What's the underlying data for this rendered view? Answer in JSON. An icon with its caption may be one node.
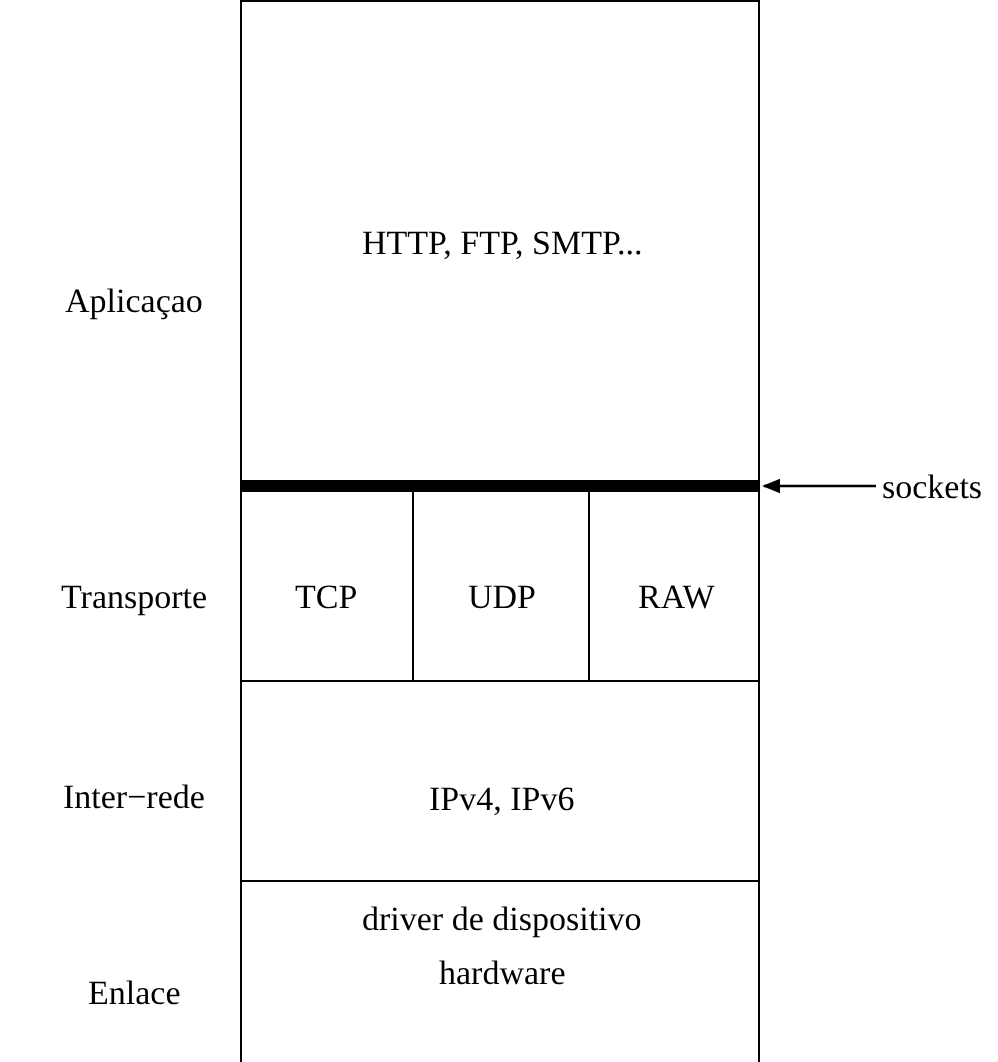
{
  "diagram": {
    "nodes": [
      {
        "text": [
          "Aplicaçao",
          "HTTP, FTP, SMTP..."
        ]
      },
      {
        "text": [],
        "shape": "bar"
      },
      {
        "text": [
          "sockets"
        ]
      },
      {
        "text": [
          "Transporte"
        ]
      },
      {
        "text": [
          "TCP"
        ],
        "in": 3
      },
      {
        "text": [
          "UDP"
        ],
        "in": 3
      },
      {
        "text": [
          "RAW"
        ],
        "in": 3
      },
      {
        "text": [
          "Inter−rede",
          "IPv4, IPv6"
        ]
      },
      {
        "text": [
          "Enlace",
          "driver de dispositivo",
          "hardware"
        ]
      }
    ],
    "edges": [
      {
        "from": 2,
        "to": 1,
        "arrow": "to"
      }
    ]
  }
}
